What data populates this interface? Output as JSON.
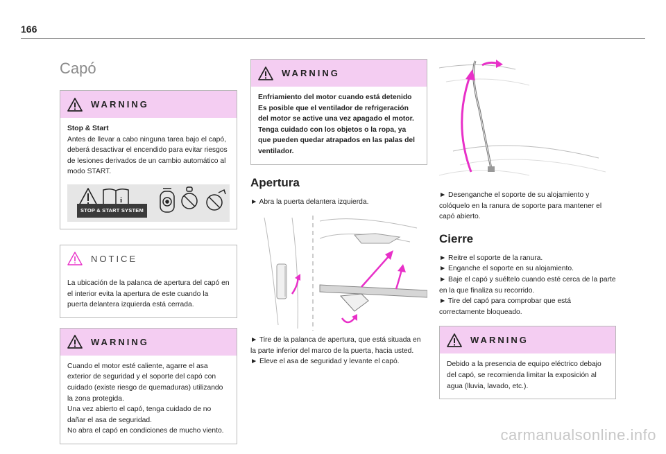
{
  "page": {
    "number": "166"
  },
  "col1": {
    "title": "Capó",
    "warning1": {
      "label": "WARNING",
      "heading": "Stop & Start",
      "text": "Antes de llevar a cabo ninguna tarea bajo el capó, deberá desactivar el encendido para evitar riesgos de lesiones derivados de un cambio automático al modo START.",
      "strip_label": "STOP & START SYSTEM"
    },
    "notice": {
      "label": "NOTICE",
      "text": "La ubicación de la palanca de apertura del capó en el interior evita la apertura de este cuando la puerta delantera izquierda está cerrada."
    },
    "warning2": {
      "label": "WARNING",
      "text1": "Cuando el motor esté caliente, agarre el asa exterior de seguridad y el soporte del capó con cuidado (existe riesgo de quemaduras) utilizando la zona protegida.",
      "text2": "Una vez abierto el capó, tenga cuidado de no dañar el asa de seguridad.",
      "text3": "No abra el capó en condiciones de mucho viento."
    }
  },
  "col2": {
    "warning": {
      "label": "WARNING",
      "text": "Enfriamiento del motor cuando está detenido Es posible que el ventilador de refrigeración del motor se active una vez apagado el motor. Tenga cuidado con los objetos o la ropa, ya que pueden quedar atrapados en las palas del ventilador."
    },
    "heading": "Apertura",
    "step1": "► Abra la puerta delantera izquierda.",
    "step2": "► Tire de la palanca de apertura, que está situada en la parte inferior del marco de la puerta, hacia usted.",
    "step3": "► Eleve el asa de seguridad y levante el capó."
  },
  "col3": {
    "step1": "► Desenganche el soporte de su alojamiento y colóquelo en la ranura de soporte para mantener el capó abierto.",
    "heading": "Cierre",
    "steps": [
      "► Reitre el soporte de la ranura.",
      "► Enganche el soporte en su alojamiento.",
      "► Baje el capó y suéltelo cuando esté cerca de la parte en la que finaliza su recorrido.",
      "► Tire del capó para comprobar que está correctamente bloqueado."
    ],
    "warning": {
      "label": "WARNING",
      "text": "Debido a la presencia de equipo eléctrico debajo del capó, se recomienda limitar la exposición al agua (lluvia, lavado, etc.)."
    }
  },
  "footer": {
    "watermark": "carmanualsonline.info"
  },
  "colors": {
    "warning_bg": "#f4cdf2",
    "arrow": "#e830c8",
    "border": "#b8b8b8"
  }
}
